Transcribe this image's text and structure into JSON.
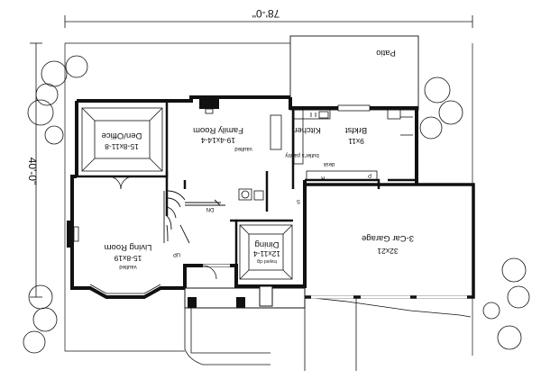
{
  "plan": {
    "overall_width": "78'-0\"",
    "overall_depth": "40'-0\"",
    "rooms": {
      "patio": {
        "name": "Patio"
      },
      "den_office": {
        "name": "Den/Office",
        "size": "15-8x11-8"
      },
      "family_room": {
        "name": "Family Room",
        "size": "19-4x14-4",
        "note": "vaulted"
      },
      "kitchen": {
        "name": "Kitchen"
      },
      "brkfst": {
        "name": "Brkfst",
        "size": "9x11"
      },
      "living_room": {
        "name": "Living Room",
        "size": "15-8x19",
        "note": "vaulted"
      },
      "dining": {
        "name": "Dining",
        "size": "12x11-4",
        "note": "trayed clg"
      },
      "garage": {
        "name": "3-Car Garage",
        "size": "32x21"
      }
    },
    "labels": {
      "butlers_pantry": "butler's pantry",
      "desk": "desk",
      "dn": "DN",
      "up": "UP",
      "r": "R",
      "p": "P",
      "s": "S"
    }
  }
}
